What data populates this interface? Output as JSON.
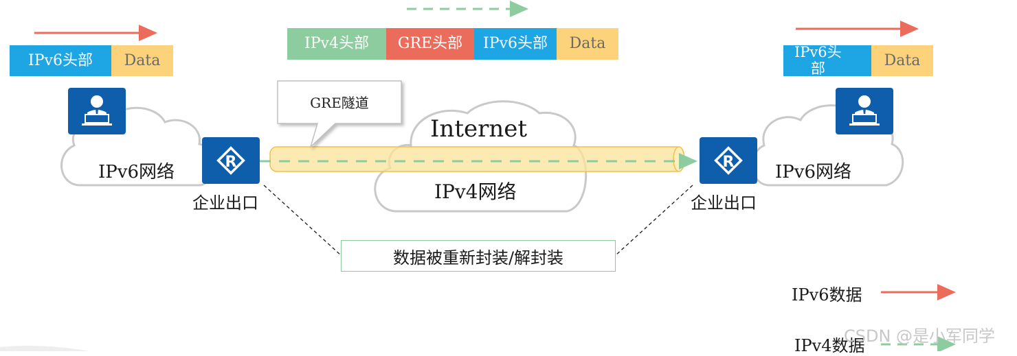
{
  "colors": {
    "ipv6_header": "#1da5e4",
    "data": "#fcd27a",
    "ipv4_header": "#8dcc9e",
    "gre_header": "#ec6c5c",
    "router": "#0f5eab",
    "ipv6_arrow": "#ec6c5c",
    "ipv4_arrow": "#8dcc9e",
    "tunnel": "#fbe39a"
  },
  "left_packet": {
    "ipv6_header": "IPv6头部",
    "data": "Data"
  },
  "middle_packet": {
    "ipv4_header": "IPv4头部",
    "gre_header": "GRE头部",
    "ipv6_header": "IPv6头部",
    "data": "Data"
  },
  "right_packet": {
    "ipv6_header": "IPv6头\n部",
    "data": "Data"
  },
  "left_site": {
    "network": "IPv6网络",
    "router_label": "企业出口",
    "router_icon": "router-icon",
    "user_icon": "user-icon"
  },
  "right_site": {
    "network": "IPv6网络",
    "router_label": "企业出口",
    "router_icon": "router-icon",
    "user_icon": "user-icon"
  },
  "core": {
    "internet": "Internet",
    "network": "IPv4网络"
  },
  "tunnel": {
    "callout": "GRE隧道"
  },
  "encapsulation_note": "数据被重新封装/解封装",
  "legend": {
    "ipv6": "IPv6数据",
    "ipv4": "IPv4数据"
  },
  "watermark": "CSDN @是小军同学"
}
